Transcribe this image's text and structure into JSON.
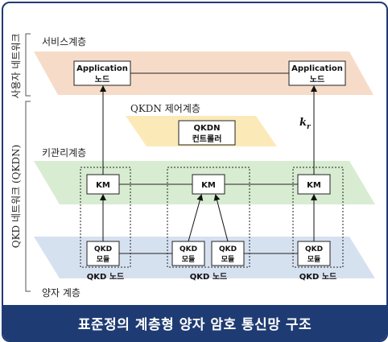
{
  "caption": "표준정의 계층형 양자 암호 통신망 구조",
  "sides": {
    "user_network": "사용자 네트워크",
    "qkd_network": "QKD 네트워크 (QKDN)"
  },
  "layers": {
    "service": "서비스계층",
    "control": "QKDN 제어계층",
    "key_mgmt": "키관리계층",
    "quantum": "양자 계층"
  },
  "app_node": {
    "line1": "Application",
    "line2": "노드"
  },
  "controller": {
    "line1": "QKDN",
    "line2": "컨트롤러"
  },
  "km_label": "KM",
  "qkd_module": {
    "line1": "QKD",
    "line2": "모듈"
  },
  "qkd_node_label": "QKD 노드",
  "key_label": "k",
  "key_subscript": "r",
  "colors": {
    "service_band": "#f6dcc8",
    "controller_band": "#fbeab8",
    "km_band": "#d8ecd2",
    "quantum_band": "#d6e1f0",
    "caption_bg": "#1f3b73"
  }
}
